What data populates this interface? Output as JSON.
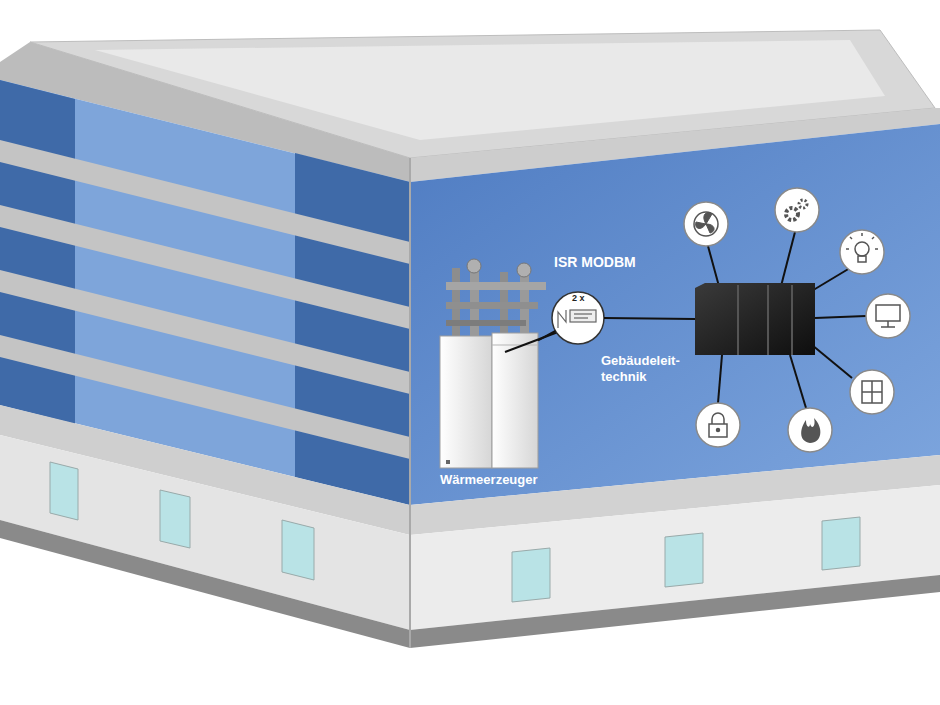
{
  "diagram": {
    "nodes": [
      {
        "text": [
          "Wärmeerzeuger"
        ]
      },
      {
        "text": [
          "ISR MODBM",
          "2 x"
        ]
      },
      {
        "text": [
          "Gebäudeleit- technik"
        ]
      }
    ],
    "edges": [
      {
        "from": 1,
        "to": 0,
        "arrow": "none"
      },
      {
        "from": 1,
        "to": 2,
        "arrow": "none"
      }
    ]
  }
}
